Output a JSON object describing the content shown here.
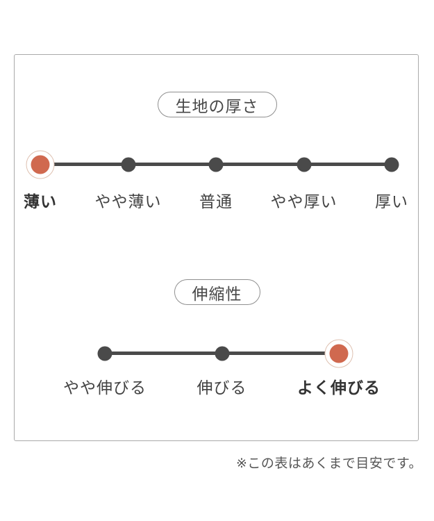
{
  "colors": {
    "accent": "#d0694f",
    "accent_ring": "#dec0b0",
    "dot": "#4a4a4a",
    "track_line": "#4a4a4a",
    "panel_border": "#a9a9a9",
    "pill_border": "#8f8f8f",
    "label_text": "#424242",
    "footer_text": "#565656"
  },
  "scales": [
    {
      "id": "thickness",
      "title": "生地の厚さ",
      "labels": [
        "薄い",
        "やや薄い",
        "普通",
        "やや厚い",
        "厚い"
      ],
      "selected_index": 0,
      "selected_label": "薄い"
    },
    {
      "id": "stretch",
      "title": "伸縮性",
      "labels": [
        "やや伸びる",
        "伸びる",
        "よく伸びる"
      ],
      "selected_index": 2,
      "selected_label": "よく伸びる"
    }
  ],
  "footer": {
    "note": "※この表はあくまで目安です。"
  }
}
